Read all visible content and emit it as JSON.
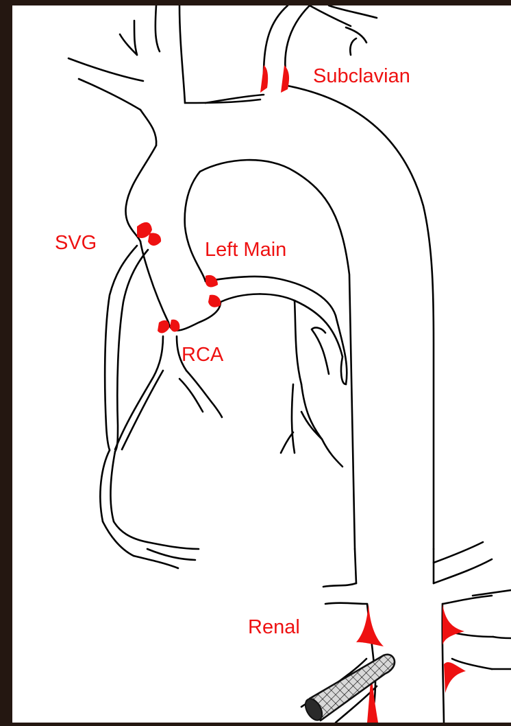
{
  "labels": {
    "subclavian": "Subclavian",
    "svg": "SVG",
    "left_main": "Left Main",
    "rca": "RCA",
    "renal": "Renal"
  },
  "colors": {
    "frame": "#241711",
    "background": "#ffffff",
    "vessel_outline": "#000000",
    "lesion": "#ee1111",
    "stent_body": "#d9d9d9",
    "stent_cap": "#2a2a2a"
  }
}
